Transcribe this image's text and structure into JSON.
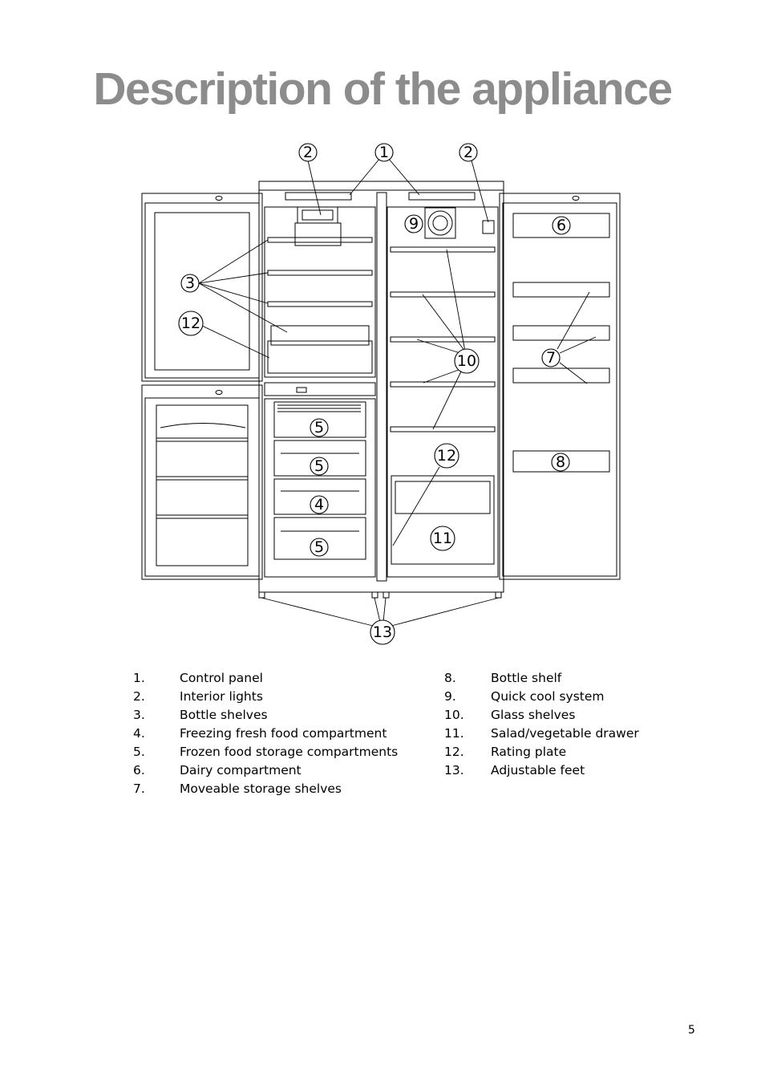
{
  "page": {
    "title": "Description of the appliance",
    "page_number": "5"
  },
  "callouts": [
    "1",
    "2",
    "2",
    "3",
    "4",
    "5",
    "5",
    "5",
    "6",
    "7",
    "8",
    "9",
    "10",
    "11",
    "12",
    "12",
    "13"
  ],
  "legend": {
    "left": [
      {
        "num": "1.",
        "label": "Control panel"
      },
      {
        "num": "2.",
        "label": "Interior lights"
      },
      {
        "num": "3.",
        "label": "Bottle shelves"
      },
      {
        "num": "4.",
        "label": "Freezing fresh food compartment"
      },
      {
        "num": "5.",
        "label": "Frozen food storage compartments"
      },
      {
        "num": "6.",
        "label": "Dairy compartment"
      },
      {
        "num": "7.",
        "label": "Moveable storage shelves"
      }
    ],
    "right": [
      {
        "num": "8.",
        "label": "Bottle shelf"
      },
      {
        "num": "9.",
        "label": "Quick cool system"
      },
      {
        "num": "10.",
        "label": "Glass shelves"
      },
      {
        "num": "11.",
        "label": "Salad/vegetable drawer"
      },
      {
        "num": "12.",
        "label": "Rating plate"
      },
      {
        "num": "13.",
        "label": "Adjustable feet"
      }
    ]
  }
}
